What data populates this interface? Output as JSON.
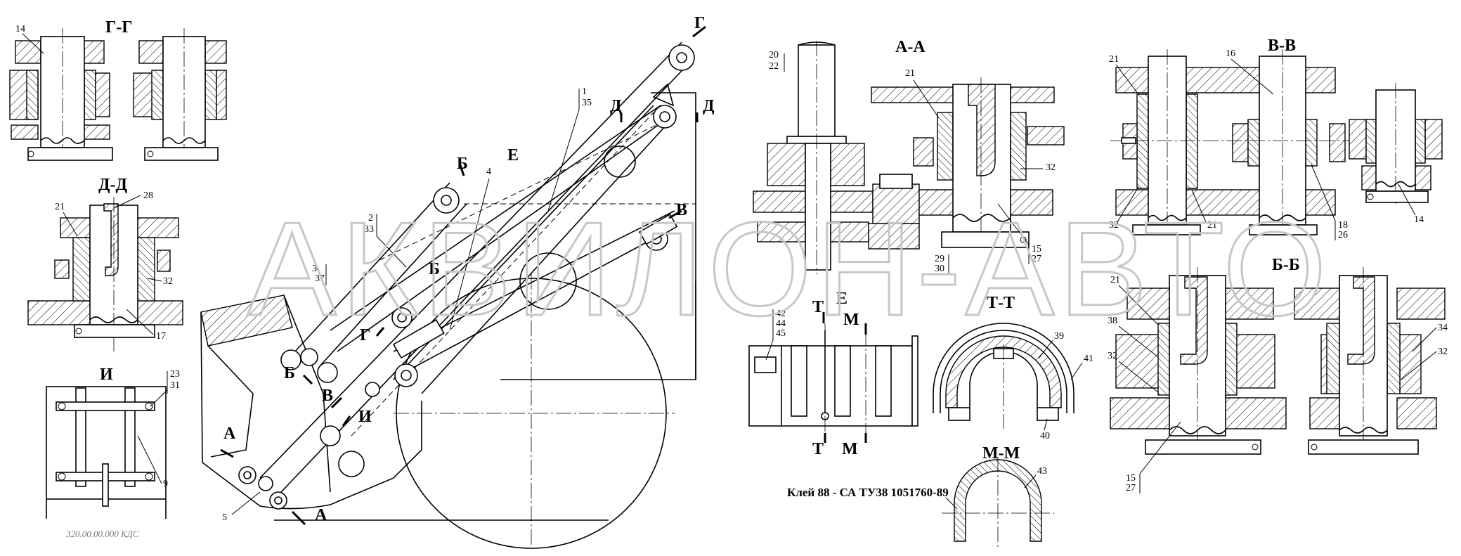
{
  "watermark": "АКВИЛОН-АВТО",
  "stamp": "320.00.00.000 КДС",
  "note": "Клей 88 - СА ТУ38 1051760-89",
  "sections": {
    "gg": "Г-Г",
    "dd": "Д-Д",
    "i": "И",
    "aa": "А-А",
    "vv": "В-В",
    "bb": "Б-Б",
    "tt": "Т-Т",
    "mm": "М-М"
  },
  "cut_marks": {
    "g_top": "Г",
    "d_left": "Д",
    "d_right": "Д",
    "v_right": "В",
    "b_upper": "Б",
    "b_mid": "Б",
    "b_left": "Б",
    "g_left": "Г",
    "v_lower": "В",
    "i_lower": "И",
    "a_left": "А",
    "a_bottom": "А",
    "e_upper": "Е",
    "t_top": "Т",
    "t_bottom": "Т",
    "m_top": "М",
    "m_bottom": "М",
    "e_mid": "Е"
  },
  "callouts": {
    "c14a": "14",
    "c21dd": "21",
    "c28": "28",
    "c32dd": "32",
    "c17": "17",
    "c23": "23",
    "c31": "31",
    "c9": "9",
    "c1": "1",
    "c35": "35",
    "c2": "2",
    "c33": "33",
    "c3": "3",
    "c37": "37",
    "c4": "4",
    "c5": "5",
    "c20": "20",
    "c22": "22",
    "c21aa": "21",
    "c32aa": "32",
    "c15aa": "15",
    "c27aa": "27",
    "c29": "29",
    "c30": "30",
    "c42": "42",
    "c44": "44",
    "c45": "45",
    "c39": "39",
    "c41": "41",
    "c40": "40",
    "c43": "43",
    "c21vv": "21",
    "c16": "16",
    "c32vv": "32",
    "c21vv2": "21",
    "c18": "18",
    "c26": "26",
    "c14b": "14",
    "c21bb": "21",
    "c38": "38",
    "c32bb": "32",
    "c15bb": "15",
    "c27bb": "27",
    "c34": "34",
    "c32bb2": "32"
  }
}
